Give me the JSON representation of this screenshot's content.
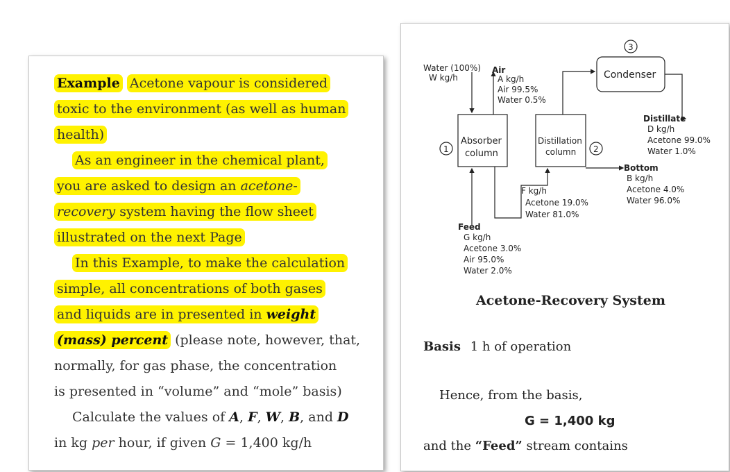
{
  "left": {
    "example_label": "Example",
    "t1": "Acetone vapour is considered",
    "t2": "toxic to the environment (as well as human",
    "t3": "health)",
    "t4": "As an engineer in the chemical plant,",
    "t5": "you are asked to design an",
    "t5_italic": "acetone-",
    "t6_italic": "recovery",
    "t6": "system having the flow sheet",
    "t7": "illustrated on the next Page",
    "t8": "In this Example, to make the calculation",
    "t9": "simple, all concentrations of both gases",
    "t10": "and liquids are in presented in",
    "t10_bi": "weight",
    "t11_bi": "(mass) percent",
    "t11": "(please note, however, that,",
    "t12": "normally, for gas phase, the concentration",
    "t13": "is presented in “volume” and “mole” basis)",
    "t14a": "Calculate the values of",
    "v_A": "A",
    "sep1": ",",
    "v_F": "F",
    "sep2": ",",
    "v_W": "W",
    "sep3": ",",
    "v_B": "B",
    "sep4": ", and",
    "v_D": "D",
    "t15a": "in kg",
    "t15_per": "per",
    "t15b": "hour, if given",
    "t15_G": "G",
    "t15c": "= 1,400 kg/h"
  },
  "diagram": {
    "water_in_1": "Water (100%)",
    "water_in_2": "W kg/h",
    "air_title": "Air",
    "air_1": "A kg/h",
    "air_2": "Air 99.5%",
    "air_3": "Water 0.5%",
    "absorber_1": "Absorber",
    "absorber_2": "column",
    "distillation_1": "Distillation",
    "distillation_2": "column",
    "condenser": "Condenser",
    "n1": "1",
    "n2": "2",
    "n3": "3",
    "distillate_title": "Distillate",
    "distillate_1": "D kg/h",
    "distillate_2": "Acetone 99.0%",
    "distillate_3": "Water 1.0%",
    "bottom_title": "Bottom",
    "bottom_1": "B kg/h",
    "bottom_2": "Acetone 4.0%",
    "bottom_3": "Water 96.0%",
    "f_1": "F kg/h",
    "f_2": "Acetone 19.0%",
    "f_3": "Water 81.0%",
    "feed_title": "Feed",
    "feed_1": "G kg/h",
    "feed_2": "Acetone 3.0%",
    "feed_3": "Air 95.0%",
    "feed_4": "Water 2.0%"
  },
  "right": {
    "figure_title": "Acetone-Recovery System",
    "basis_label": "Basis",
    "basis_text": "1 h of operation",
    "hence": "Hence, from the basis,",
    "g_eq": "G = 1,400 kg",
    "feed_pre": "and the",
    "feed_word": "“Feed”",
    "feed_post": "stream contains"
  }
}
